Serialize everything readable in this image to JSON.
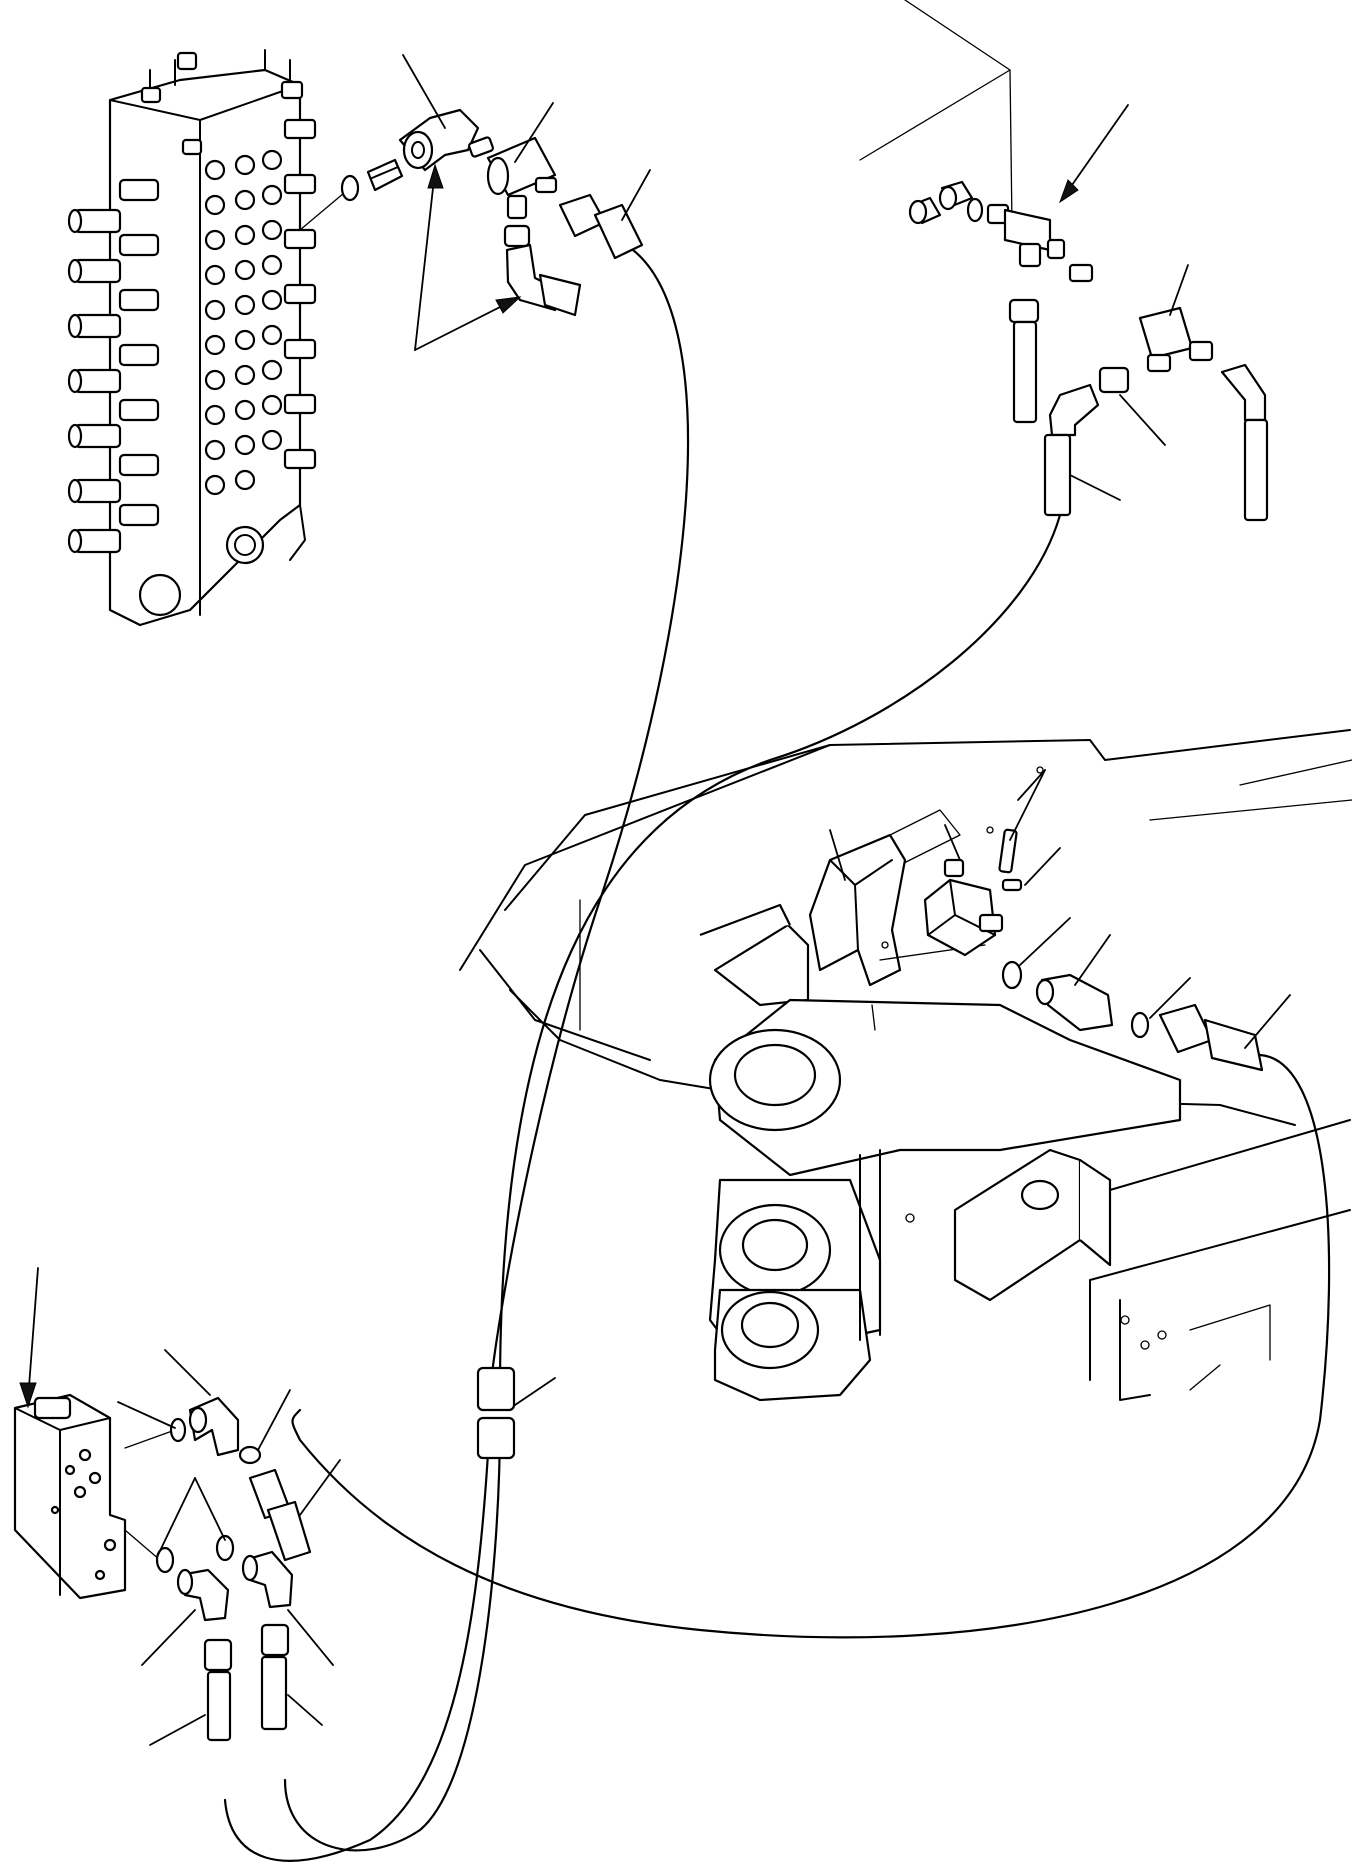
{
  "diagram": {
    "kind": "exploded-parts-view",
    "style": "black line art on white",
    "labels": [],
    "components": [
      "control-valve-block",
      "elbow-fitting",
      "tee-fitting",
      "straight-fitting",
      "hose",
      "o-ring",
      "solenoid-valve",
      "mounting-bracket",
      "bolt",
      "washer",
      "hose-clamp-sleeve",
      "pilot-valve-block",
      "frame-structure"
    ]
  }
}
